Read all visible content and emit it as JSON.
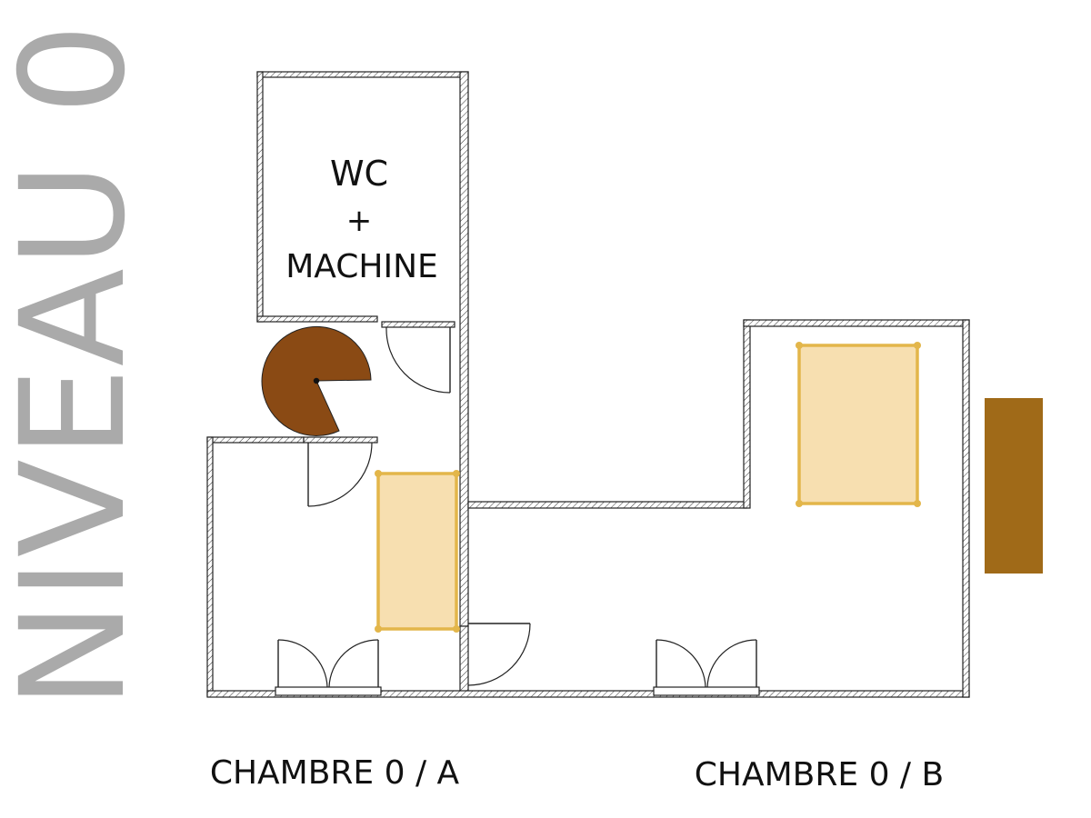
{
  "level_title": "NIVEAU 0",
  "rooms": {
    "wc": {
      "line1": "WC",
      "line2": "+",
      "line3": "MACHINE"
    },
    "chambre_a": {
      "label": "CHAMBRE 0 / A"
    },
    "chambre_b": {
      "label": "CHAMBRE 0 / B"
    }
  },
  "colors": {
    "title_gray": "#aaaaaa",
    "wall_line": "#222222",
    "bed_fill": "#f7dfb0",
    "bed_edge": "#e3b64a",
    "stair_fill": "#8a4a14",
    "furniture_brown": "#a06a18"
  }
}
